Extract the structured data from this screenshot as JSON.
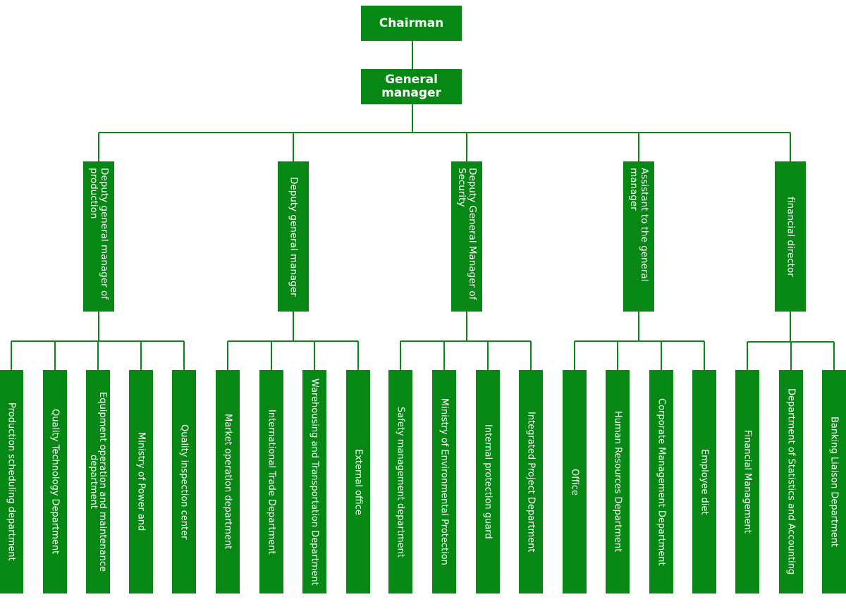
{
  "org_chart": {
    "root": "Chairman",
    "general_manager": "General manager",
    "divisions": [
      {
        "head": "Deputy general manager of production",
        "departments": [
          "Production scheduling department",
          "Quality Technology Department",
          "Equipment operation and maintenance department",
          "Ministry of Power and",
          "Quality inspection center"
        ]
      },
      {
        "head": "Deputy general manager",
        "departments": [
          "Market operation department",
          "International Trade Department",
          "Warehousing and Transportation Department",
          "External office"
        ]
      },
      {
        "head": "Deputy General Manager of Security",
        "departments": [
          "Safety management department",
          "Ministry of Environmental Protection",
          "Internal protection guard",
          "Integrated Project Department"
        ]
      },
      {
        "head": "Assistant to the general manager",
        "departments": [
          "Office",
          "Human Resources Department",
          "Corporate Management Department",
          "Employee diet"
        ]
      },
      {
        "head": "financial director",
        "departments": [
          "Financial Management",
          "Department of Statistics and Accounting",
          "Banking Liaison Department"
        ]
      }
    ],
    "colors": {
      "box": "#078815",
      "line": "#078815",
      "text": "#ffffff"
    }
  }
}
